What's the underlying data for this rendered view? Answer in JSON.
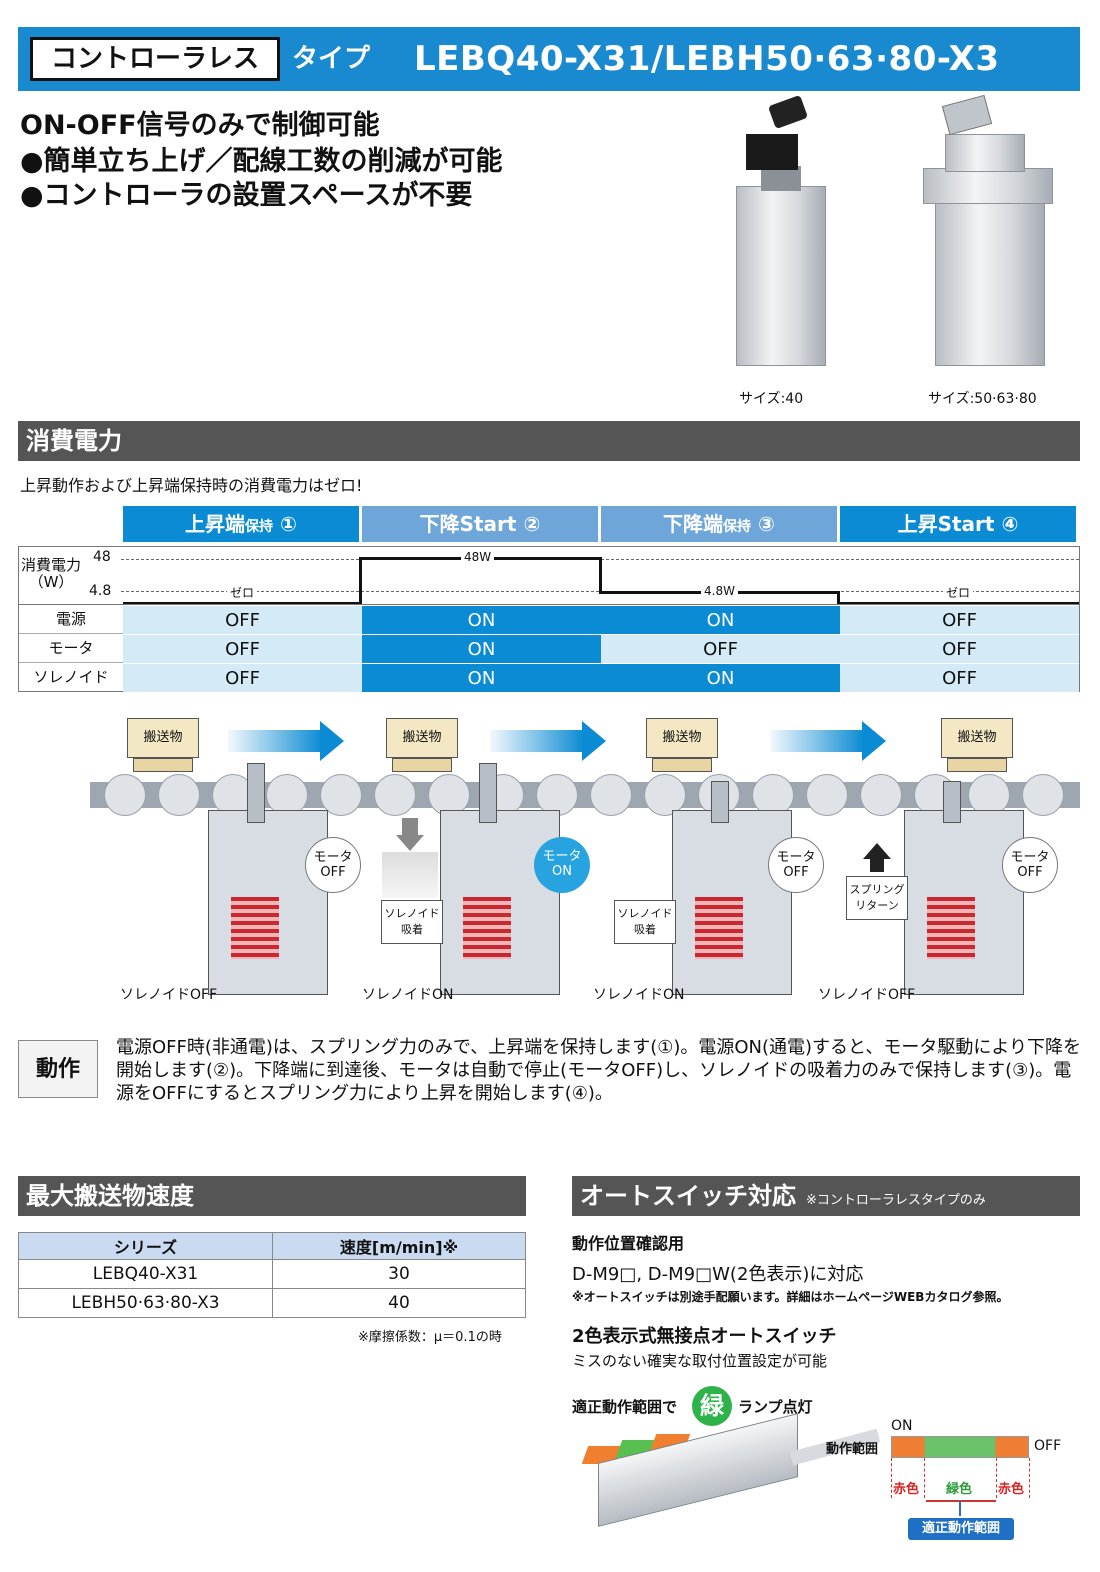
{
  "header": {
    "title_box": "コントローラレス",
    "title_type": "タイプ",
    "title_model": "LEBQ40-X31/LEBH50·63·80-X3"
  },
  "headline": {
    "line1": "ON-OFF信号のみで制御可能",
    "line2": "●簡単立ち上げ／配線工数の削減が可能",
    "line3": "●コントローラの設置スペースが不要"
  },
  "products": {
    "caption_40": "サイズ:40",
    "caption_50": "サイズ:50·63·80"
  },
  "consumption": {
    "section_title": "消費電力",
    "description": "上昇動作および上昇端保持時の消費電力はゼロ!",
    "phases": [
      {
        "main": "上昇端",
        "sub": "保持",
        "num": "①"
      },
      {
        "main": "下降Start",
        "sub": "",
        "num": "②"
      },
      {
        "main": "下降端",
        "sub": "保持",
        "num": "③"
      },
      {
        "main": "上昇Start",
        "sub": "",
        "num": "④"
      }
    ],
    "power_label": "消費電力",
    "power_unit": "（W）",
    "axis_top": "48",
    "axis_bottom": "4.8",
    "power_values": [
      "ゼロ",
      "48W",
      "4.8W",
      "ゼロ"
    ],
    "rows": [
      {
        "label": "電源",
        "values": [
          "OFF",
          "ON",
          "ON",
          "OFF"
        ]
      },
      {
        "label": "モータ",
        "values": [
          "OFF",
          "ON",
          "OFF",
          "OFF"
        ]
      },
      {
        "label": "ソレノイド",
        "values": [
          "OFF",
          "ON",
          "ON",
          "OFF"
        ]
      }
    ],
    "colors": {
      "on": "#0b8bd3",
      "off": "#d4ebf7",
      "phase_dark": "#0b8bd3",
      "phase_light": "#6ea6d9"
    }
  },
  "illustration": {
    "cargo": "搬送物",
    "stages": [
      {
        "motor": [
          "モータ",
          "OFF"
        ],
        "motor_on": false,
        "solenoid": "ソレノイドOFF",
        "note": ""
      },
      {
        "motor": [
          "モータ",
          "ON"
        ],
        "motor_on": true,
        "solenoid": "ソレノイドON",
        "note": "ソレノイド\n吸着"
      },
      {
        "motor": [
          "モータ",
          "OFF"
        ],
        "motor_on": false,
        "solenoid": "ソレノイドON",
        "note": "ソレノイド\n吸着"
      },
      {
        "motor": [
          "モータ",
          "OFF"
        ],
        "motor_on": false,
        "solenoid": "ソレノイドOFF",
        "note": "スプリング\nリターン"
      }
    ]
  },
  "operation": {
    "label": "動作",
    "text": "電源OFF時(非通電)は、スプリング力のみで、上昇端を保持します(①)。電源ON(通電)すると、モータ駆動により下降を開始します(②)。下降端に到達後、モータは自動で停止(モータOFF)し、ソレノイドの吸着力のみで保持します(③)。電源をOFFにするとスプリング力により上昇を開始します(④)。"
  },
  "speed": {
    "section_title": "最大搬送物速度",
    "col_series": "シリーズ",
    "col_speed": "速度[m/min]※",
    "rows": [
      {
        "series": "LEBQ40-X31",
        "speed": "30"
      },
      {
        "series": "LEBH50·63·80-X3",
        "speed": "40"
      }
    ],
    "note": "※摩擦係数：μ＝0.1の時"
  },
  "autoswitch": {
    "section_title": "オートスイッチ対応",
    "section_note": "※コントローラレスタイプのみ",
    "sub1": "動作位置確認用",
    "models": "D-M9□, D-M9□W(2色表示)に対応",
    "note": "※オートスイッチは別途手配願います。詳細はホームページWEBカタログ参照。",
    "sub2": "2色表示式無接点オートスイッチ",
    "sub2_desc": "ミスのない確実な取付位置設定が可能",
    "lamp_prefix": "適正動作範囲で",
    "lamp_color": "緑",
    "lamp_suffix": "ランプ点灯",
    "range_label": "動作範囲",
    "on_label": "ON",
    "off_label": "OFF",
    "red1": "赤色",
    "green": "緑色",
    "red2": "赤色",
    "proper_range": "適正動作範囲"
  }
}
